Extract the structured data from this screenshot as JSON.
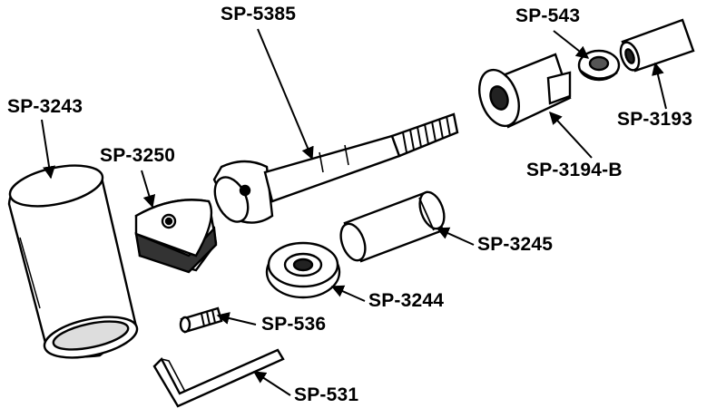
{
  "diagram": {
    "labels": {
      "sp5385": "SP-5385",
      "sp543": "SP-543",
      "sp3243": "SP-3243",
      "sp3193": "SP-3193",
      "sp3250": "SP-3250",
      "sp3194b": "SP-3194-B",
      "sp3245": "SP-3245",
      "sp3244": "SP-3244",
      "sp536": "SP-536",
      "sp531": "SP-531"
    },
    "colors": {
      "ink": "#000000",
      "paper": "#ffffff",
      "shade": "#222222"
    }
  }
}
